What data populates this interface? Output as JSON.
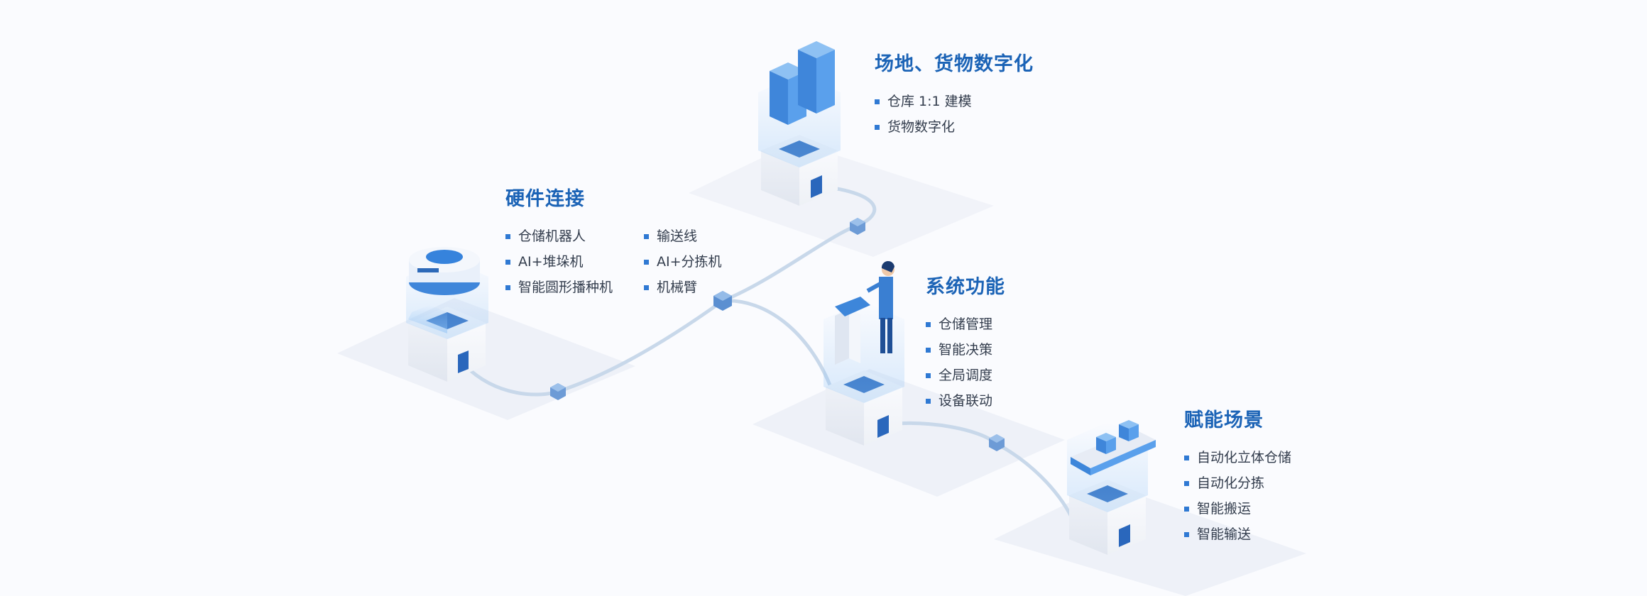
{
  "colors": {
    "accent": "#1b63b6",
    "bullet": "#2f79d3",
    "text": "#333d4d",
    "path": "#c8d8ea",
    "node": "#5b8fd1",
    "background": "#fafbfe"
  },
  "sections": {
    "digitization": {
      "title": "场地、货物数字化",
      "items": [
        "仓库 1:1 建模",
        "货物数字化"
      ],
      "icon": "server-stack-icon"
    },
    "hardware": {
      "title": "硬件连接",
      "col1": [
        "仓储机器人",
        "AI+堆垛机",
        "智能圆形播种机"
      ],
      "col2": [
        "输送线",
        "AI+分拣机",
        "机械臂"
      ],
      "icon": "robot-icon"
    },
    "system": {
      "title": "系统功能",
      "items": [
        "仓储管理",
        "智能决策",
        "全局调度",
        "设备联动"
      ],
      "icon": "operator-terminal-icon"
    },
    "scenarios": {
      "title": "赋能场景",
      "items": [
        "自动化立体仓储",
        "自动化分拣",
        "智能搬运",
        "智能输送"
      ],
      "icon": "conveyor-icon"
    }
  }
}
